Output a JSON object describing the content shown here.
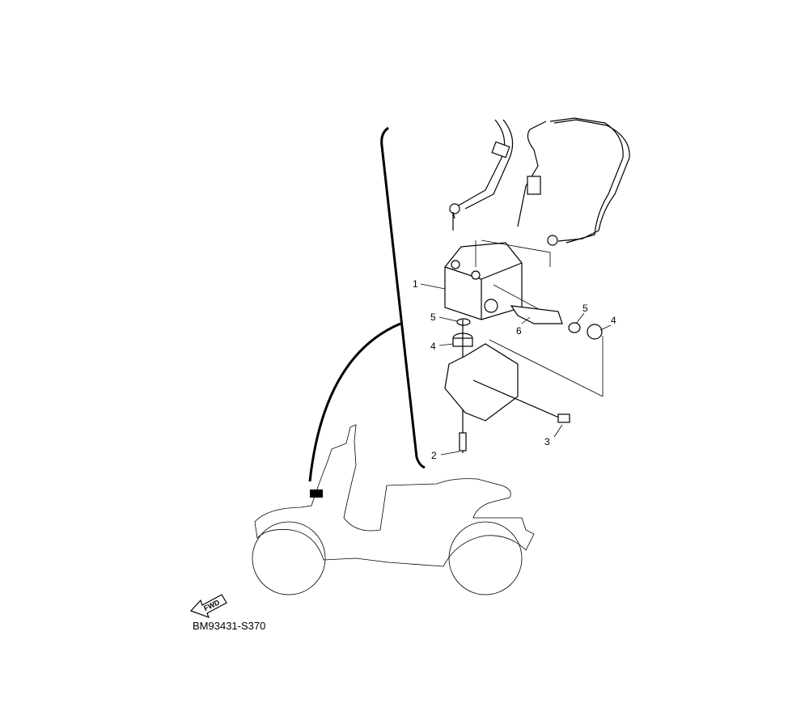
{
  "diagram": {
    "code": "BM93431-S370",
    "fwd_label": "FWD",
    "callouts": [
      {
        "num": "1",
        "part": "hydraulic-unit"
      },
      {
        "num": "2",
        "part": "bolt"
      },
      {
        "num": "3",
        "part": "bolt"
      },
      {
        "num": "4",
        "part": "damper"
      },
      {
        "num": "4",
        "part": "damper"
      },
      {
        "num": "5",
        "part": "collar"
      },
      {
        "num": "5",
        "part": "collar"
      },
      {
        "num": "6",
        "part": "bracket"
      }
    ]
  }
}
